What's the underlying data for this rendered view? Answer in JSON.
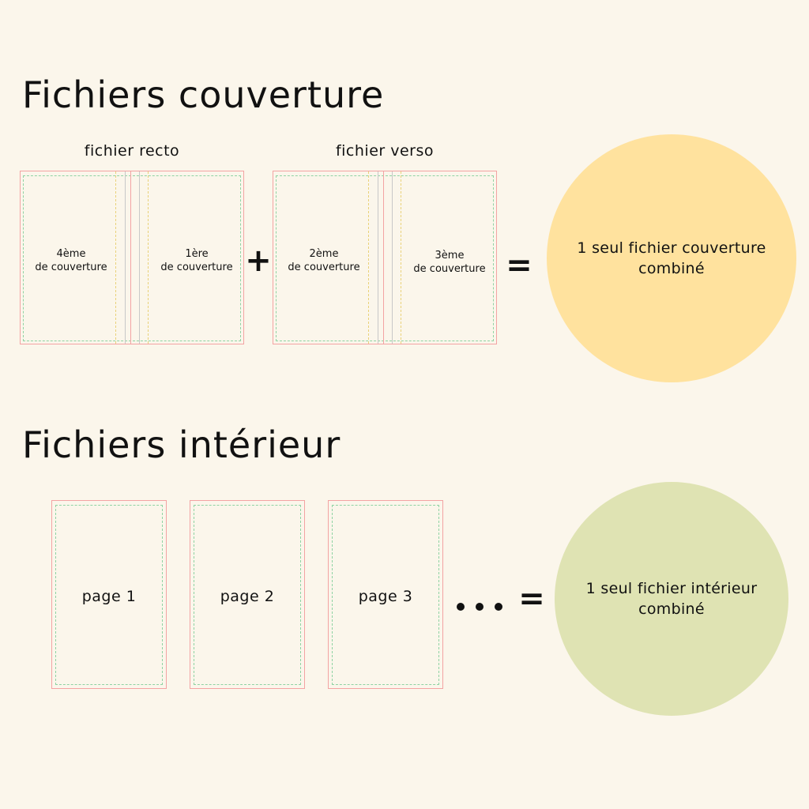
{
  "cover_section": {
    "title": "Fichiers couverture",
    "recto": {
      "label": "fichier recto",
      "left_panel": "4ème\nde couverture",
      "right_panel": "1ère\nde couverture"
    },
    "plus": "+",
    "verso": {
      "label": "fichier verso",
      "left_panel": "2ème\nde couverture",
      "right_panel": "3ème\nde couverture"
    },
    "equals": "=",
    "result": "1 seul fichier couverture\ncombiné",
    "result_color": "#ffe29e"
  },
  "interior_section": {
    "title": "Fichiers intérieur",
    "pages": [
      "page 1",
      "page 2",
      "page 3"
    ],
    "equals": "=",
    "result": "1 seul fichier intérieur\ncombiné",
    "result_color": "#dfe3b3"
  },
  "colors": {
    "background": "#fbf6eb",
    "trim_line": "#f3a3a3",
    "safe_line": "#8fd3a3",
    "fold_line": "#e9d27a"
  }
}
